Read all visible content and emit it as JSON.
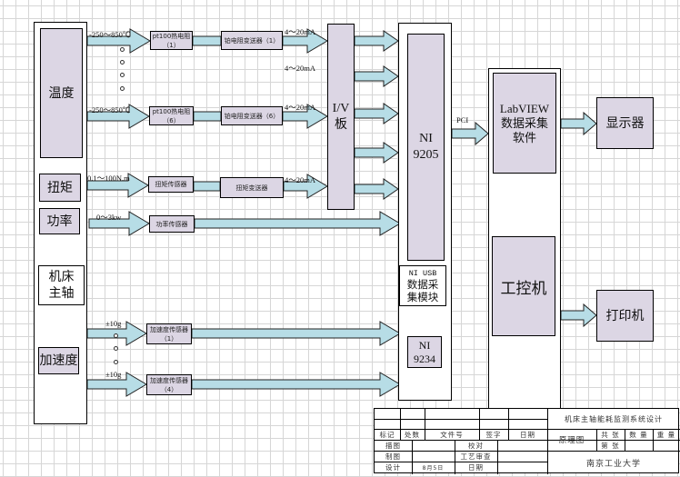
{
  "diagram": {
    "source_block": {
      "items": [
        {
          "label": "温度"
        },
        {
          "label": "扭矩"
        },
        {
          "label": "功率"
        },
        {
          "label": "机床\n主轴"
        },
        {
          "label": "加速度"
        }
      ]
    },
    "signal_labels": {
      "temp1": "-250～850℃",
      "temp6": "-250～850℃",
      "torque": "0.1～100N.m",
      "power": "0～3kw",
      "accel1": "±10g",
      "accel4": "±10g",
      "current1": "4～20mA",
      "current_mid": "4～20mA",
      "current6": "4～20mA",
      "current_torque": "4～20mA",
      "pci": "PCI"
    },
    "sensors": {
      "pt100_1": "pt100热电阻（1）",
      "pt100_6": "pt100热电阻（6）",
      "torque_sensor": "扭矩传感器",
      "power_sensor": "功率传感器",
      "accel_1": "加速度传感器（1）",
      "accel_4": "加速度传感器（4）"
    },
    "transmitters": {
      "rtd_1": "铂电阻变送器（1）",
      "rtd_6": "铂电阻变送器（6）",
      "torque_tx": "扭矩变送器"
    },
    "iv_board": "I/V\n板",
    "daq": {
      "ni9205": "NI\n9205",
      "usb_title": "NI USB",
      "usb_label": "数据采\n集模块",
      "ni9234": "NI\n9234"
    },
    "pc": {
      "labview": "LabVIEW\n数据采集\n软件",
      "ipc": "工控机"
    },
    "outputs": {
      "display": "显示器",
      "printer": "打印机"
    }
  },
  "title_block": {
    "headers": [
      "标记",
      "处数",
      "文件号",
      "签字",
      "日期"
    ],
    "rows": [
      [
        "描图",
        "",
        "校对",
        ""
      ],
      [
        "制图",
        "",
        "工艺审查",
        ""
      ],
      [
        "设计",
        "日期",
        ""
      ]
    ],
    "design_value": "8月5日",
    "project_title": "机床主轴能耗监测系统设计",
    "drawing_name": "原理图",
    "sheet_total_label": "共 张",
    "sheet_no_label": "第 张",
    "quantity_label": "数 量",
    "weight_label": "重 量",
    "institution": "南京工业大学"
  },
  "colors": {
    "box_fill": "#dcd6e4",
    "arrow_fill": "#b7dde6",
    "grid": "#d6d6d6"
  }
}
